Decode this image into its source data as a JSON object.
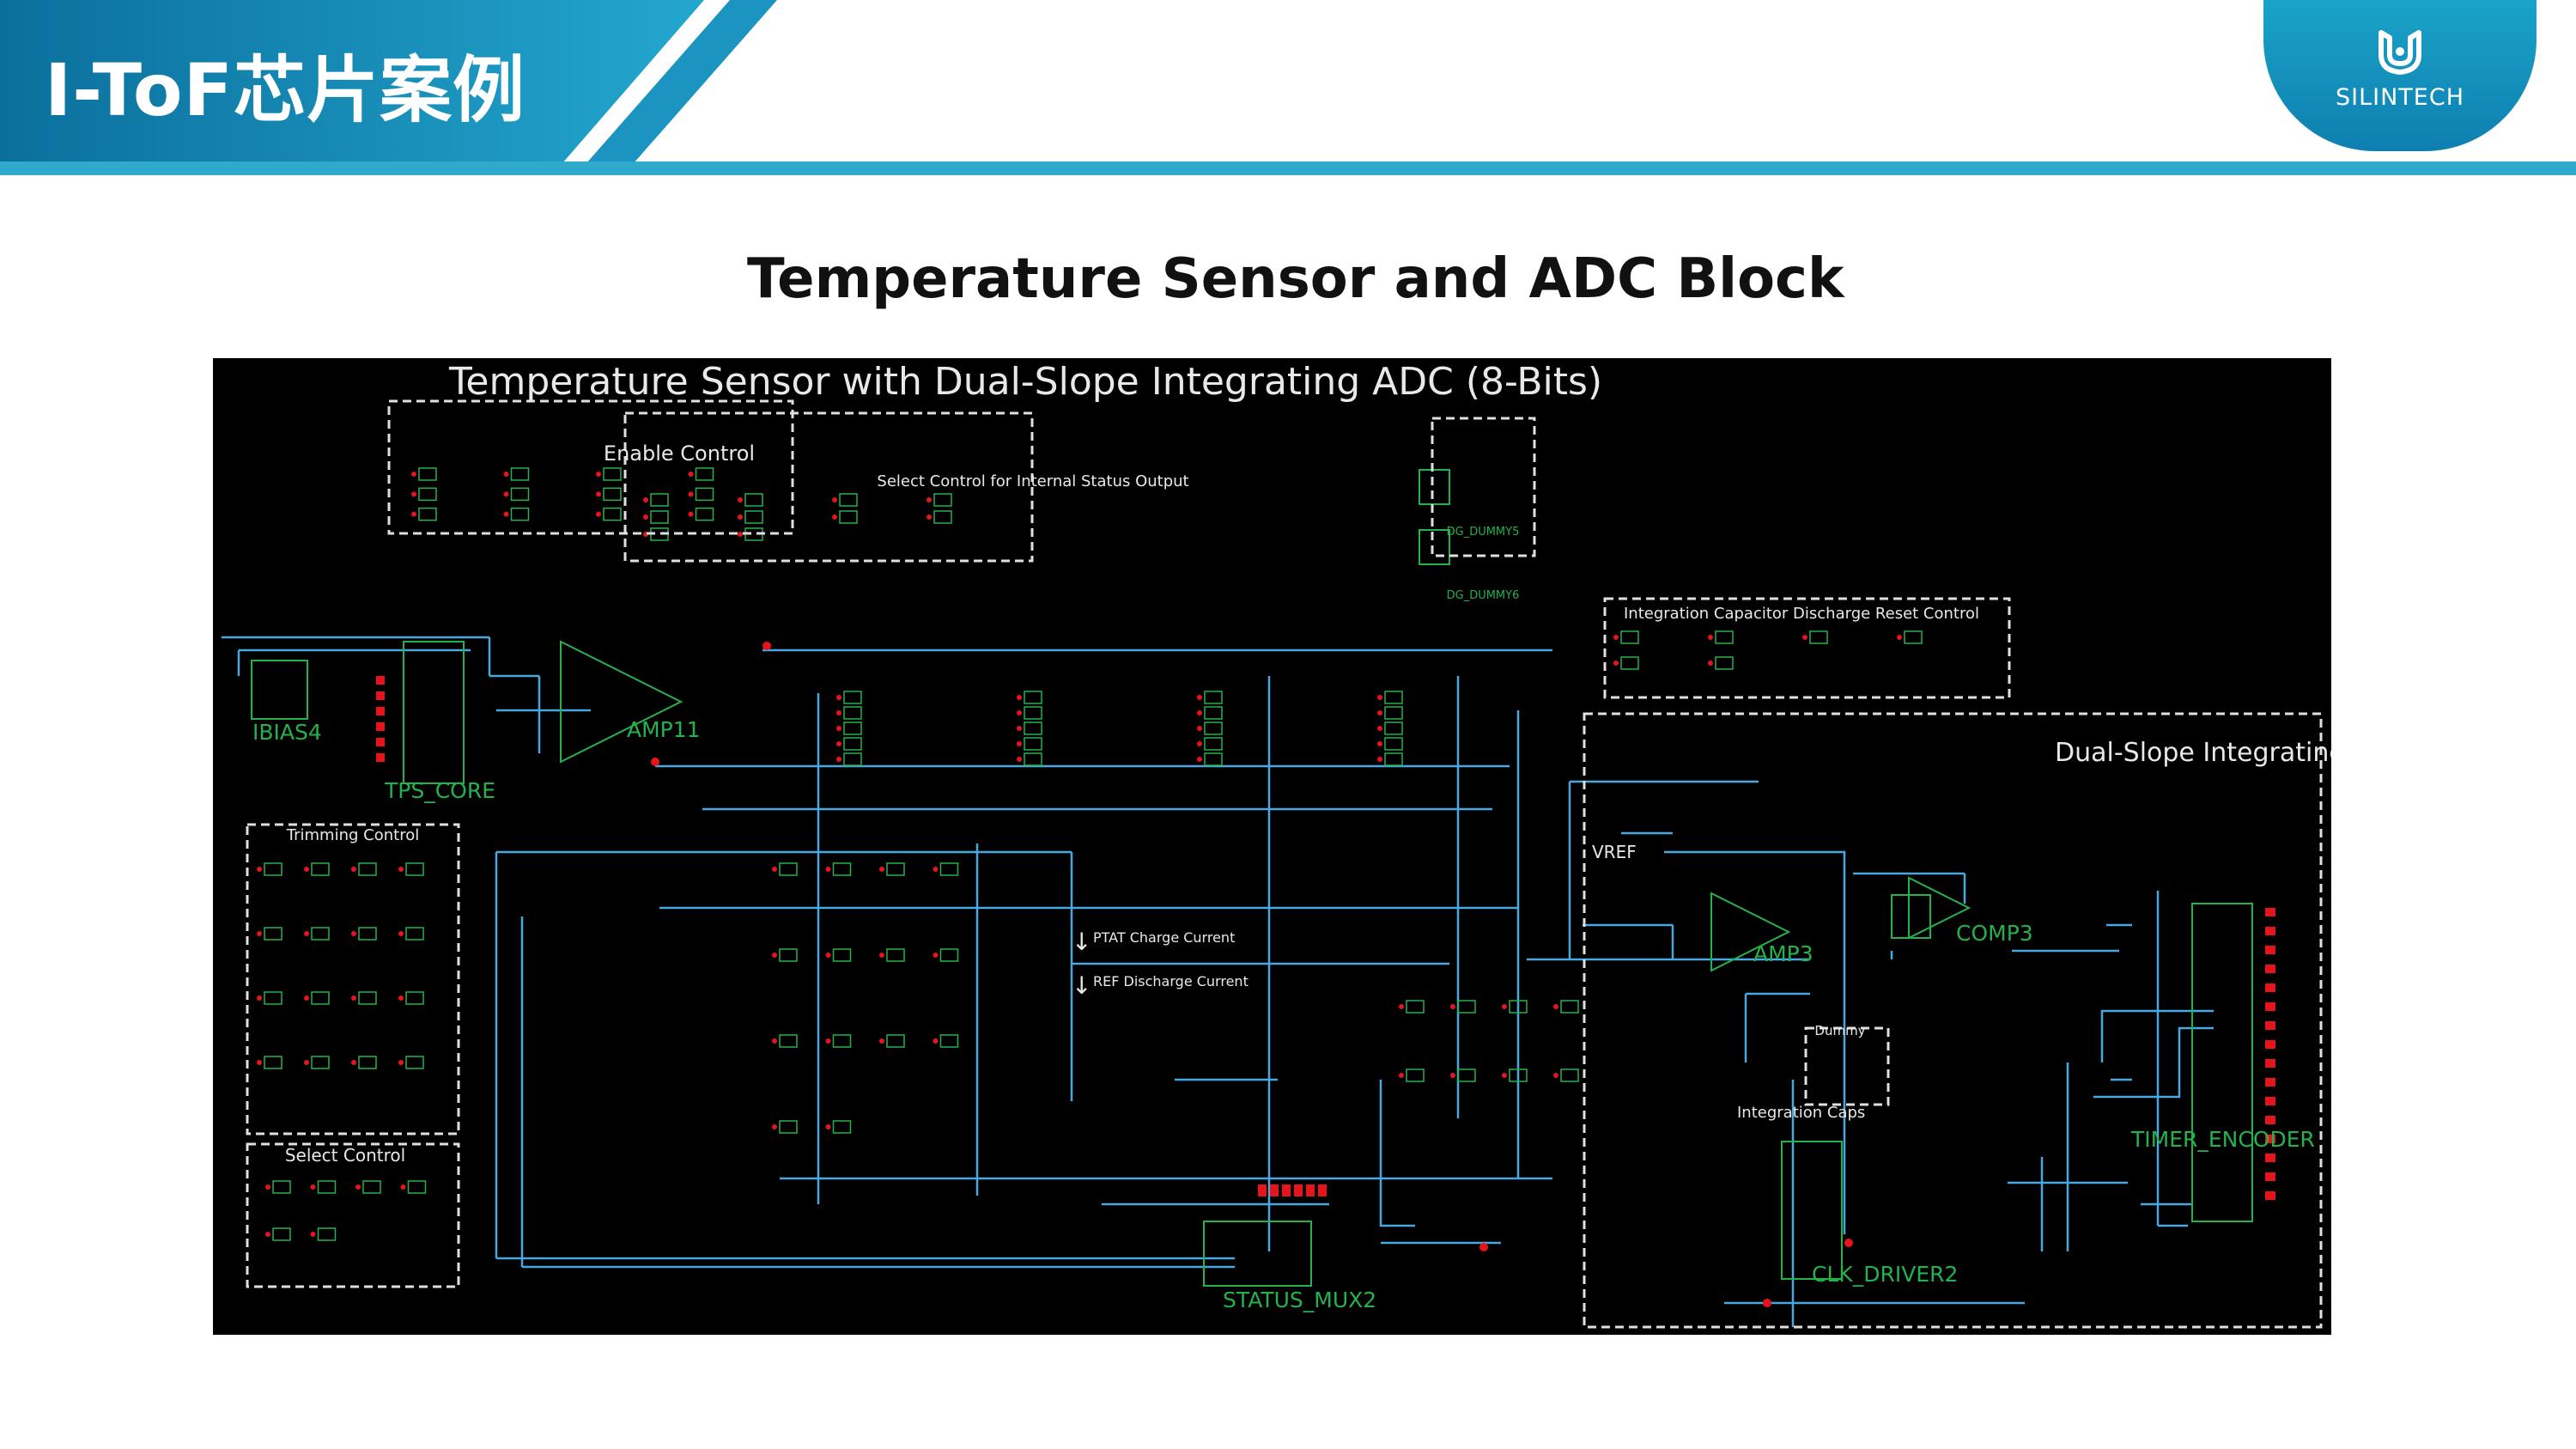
{
  "header": {
    "title": "I-ToF芯片案例",
    "brand_name": "SILINTECH",
    "logo_icon": "silintech-logo-icon",
    "colors": {
      "band_dark": "#0b6f9c",
      "band_light": "#23a7cf",
      "accent_stripe": "#3cc0d8"
    }
  },
  "slide": {
    "heading": "Temperature Sensor and ADC Block"
  },
  "schematic": {
    "title": "Temperature Sensor with Dual-Slope Integrating ADC (8-Bits)",
    "colors": {
      "background": "#000000",
      "wire": "#4aa8e0",
      "device": "#25b14c",
      "pin": "#e8141c",
      "frame": "#e0e0e0"
    },
    "groups": {
      "enable_control": "Enable Control",
      "select_control_internal": "Select Control for Internal Status Output",
      "trimming_control": "Trimming Control",
      "select_control": "Select Control",
      "integration_discharge": "Integration Capacitor Discharge Reset Control",
      "dual_slope_adc": "Dual-Slope Integrating ADC",
      "dummy": "Dummy"
    },
    "blocks": {
      "ibias": "IBIAS4",
      "tps_core": "TPS_CORE",
      "amp11": "AMP11",
      "amp3": "AMP3",
      "comp3": "COMP3",
      "timer_encoder": "TIMER_ENCODER",
      "clk_driver": "CLK_DRIVER2",
      "status_mux": "STATUS_MUX2",
      "dg_dummy5": "DG_DUMMY5",
      "dg_dummy6": "DG_DUMMY6"
    },
    "annotations": {
      "vref": "VREF",
      "ptat": "PTAT Charge Current",
      "ref_discharge": "REF Discharge Current",
      "integration_caps": "Integration Caps"
    }
  }
}
